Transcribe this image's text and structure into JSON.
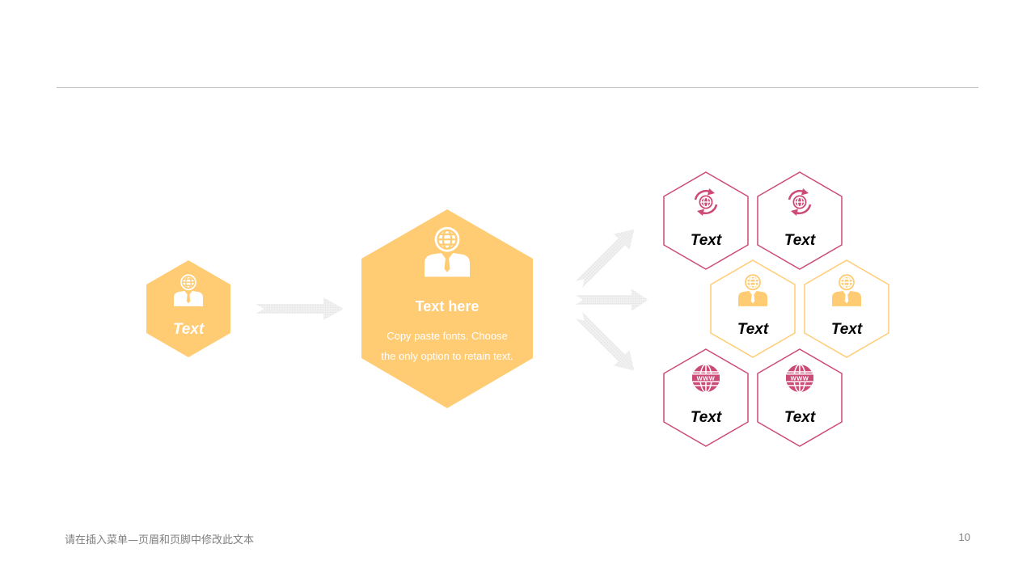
{
  "colors": {
    "yellow": "#FFCB73",
    "pink": "#CC4A76",
    "arrow": "#EDEDED",
    "line": "#BDBDBD"
  },
  "left_hex": {
    "label": "Text",
    "icon": "businessman-globe-icon"
  },
  "center_hex": {
    "title": "Text here",
    "body_line1": "Copy paste fonts. Choose",
    "body_line2": "the only option to retain text.",
    "icon": "businessman-globe-icon"
  },
  "right_hexes": [
    {
      "label": "Text",
      "icon": "globe-refresh-icon",
      "color": "pink"
    },
    {
      "label": "Text",
      "icon": "globe-refresh-icon",
      "color": "pink"
    },
    {
      "label": "Text",
      "icon": "businessman-globe-icon",
      "color": "yellow"
    },
    {
      "label": "Text",
      "icon": "businessman-globe-icon",
      "color": "yellow"
    },
    {
      "label": "Text",
      "icon": "www-globe-icon",
      "color": "pink"
    },
    {
      "label": "Text",
      "icon": "www-globe-icon",
      "color": "pink"
    }
  ],
  "footer": {
    "text": "请在插入菜单—页眉和页脚中修改此文本",
    "page_number": "10"
  }
}
